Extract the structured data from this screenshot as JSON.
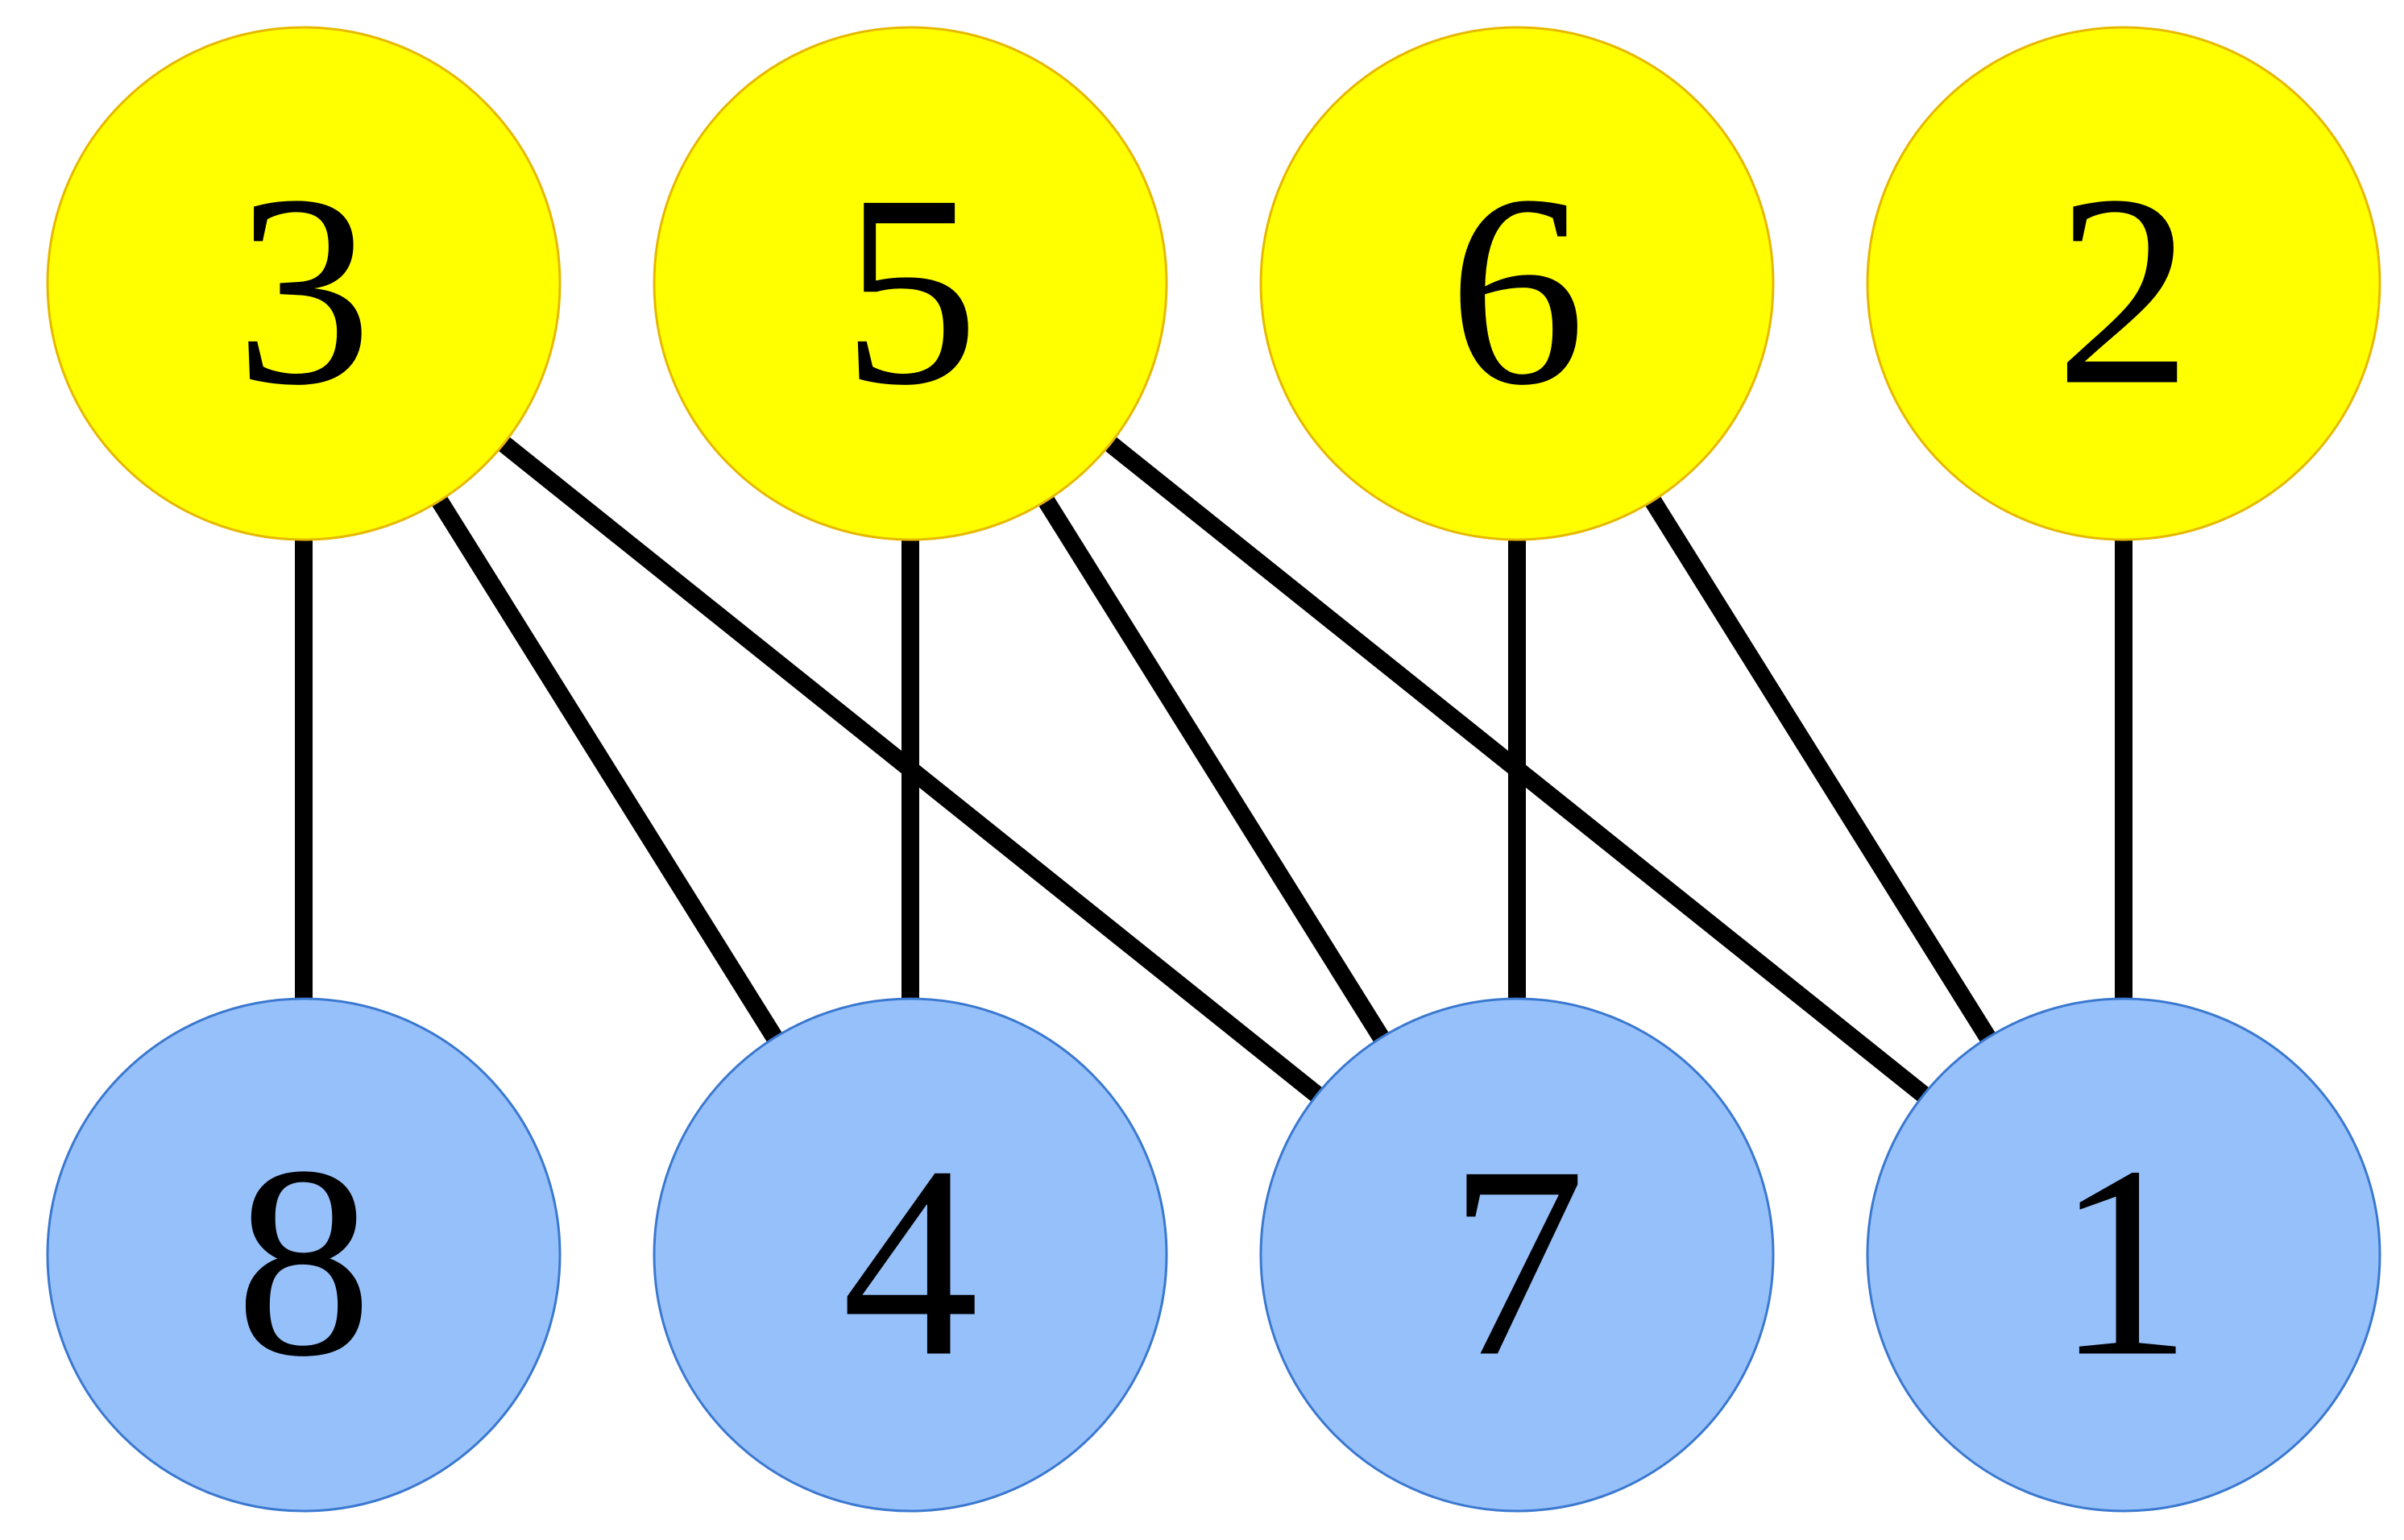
{
  "graph": {
    "colors": {
      "top_fill": "#ffff00",
      "top_stroke": "#e6b800",
      "bottom_fill": "#96c0fa",
      "bottom_stroke": "#3a78d0",
      "edge": "#000000"
    },
    "top_nodes": [
      {
        "id": "n3",
        "label": "3"
      },
      {
        "id": "n5",
        "label": "5"
      },
      {
        "id": "n6",
        "label": "6"
      },
      {
        "id": "n2",
        "label": "2"
      }
    ],
    "bottom_nodes": [
      {
        "id": "n8",
        "label": "8"
      },
      {
        "id": "n4",
        "label": "4"
      },
      {
        "id": "n7",
        "label": "7"
      },
      {
        "id": "n1",
        "label": "1"
      }
    ],
    "edges": [
      [
        "3",
        "8"
      ],
      [
        "3",
        "4"
      ],
      [
        "3",
        "7"
      ],
      [
        "5",
        "4"
      ],
      [
        "5",
        "7"
      ],
      [
        "5",
        "1"
      ],
      [
        "6",
        "7"
      ],
      [
        "6",
        "1"
      ],
      [
        "2",
        "1"
      ]
    ]
  }
}
